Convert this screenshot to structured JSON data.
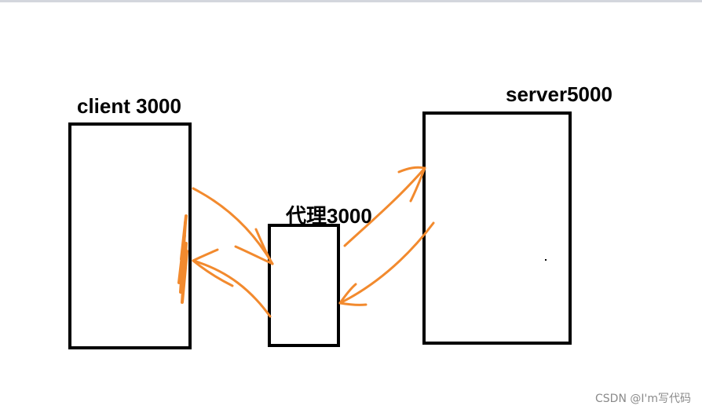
{
  "nodes": {
    "client": {
      "label": "client 3000"
    },
    "proxy": {
      "label": "代理3000"
    },
    "server": {
      "label": "server5000"
    }
  },
  "annotation_color": "#f28a2e",
  "watermark": "CSDN @I'm写代码"
}
